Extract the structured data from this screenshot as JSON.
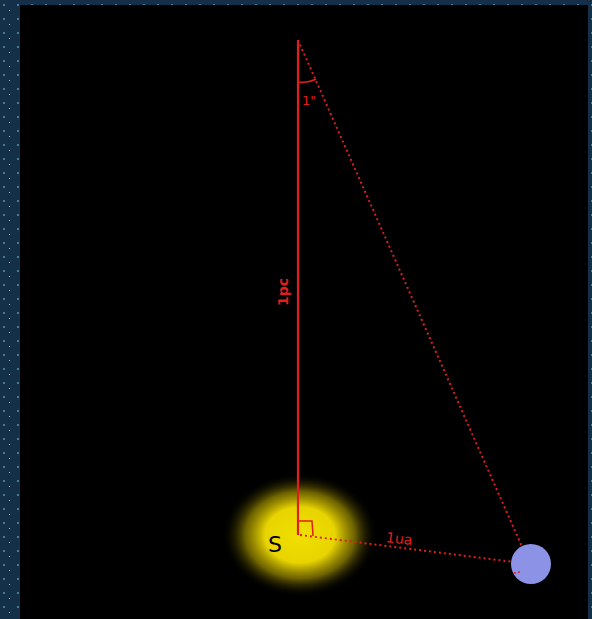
{
  "diagram": {
    "nodes": [
      {
        "text": [
          "S"
        ]
      }
    ],
    "labels": [
      "1\"",
      "1pc",
      "1ua"
    ]
  }
}
